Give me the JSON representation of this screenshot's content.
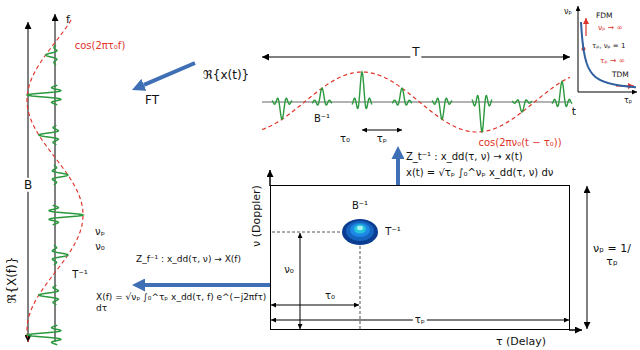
{
  "diagram": {
    "nodes": [
      {
        "text": [
          "ℜ{x(t)}"
        ]
      },
      {
        "text": [
          "ℜ{X(f)}"
        ]
      },
      {
        "text": [
          "ν (Doppler)",
          "τ (Delay)"
        ]
      }
    ],
    "edges": [
      {
        "from": 0,
        "to": 1,
        "arrow": "to",
        "label": "FT"
      },
      {
        "from": 2,
        "to": 0,
        "arrow": "to",
        "label": "Z_t⁻¹ : x_dd(τ, ν) → x(t)"
      },
      {
        "from": 2,
        "to": 1,
        "arrow": "to",
        "label": "Z_f⁻¹ : x_dd(τ, ν) → X(f)"
      }
    ],
    "labels": [
      "T",
      "B⁻¹",
      "τ₀",
      "τₚ",
      "t",
      "cos(2πν₀(t − τ₀))",
      "f",
      "B",
      "νₚ",
      "ν₀",
      "T⁻¹",
      "cos(2πτ₀f)",
      "νₚ",
      "FDM",
      "νₚ → ∞",
      "τₚ, νₚ = 1",
      "τₚ → ∞",
      "TDM",
      "τₚ",
      "B⁻¹",
      "T⁻¹",
      "ν₀",
      "τ₀",
      "τₚ",
      "νₚ = 1/τₚ",
      "x(t) = √τₚ ∫₀^νₚ x_dd(τ, ν) dν",
      "X(f) = √νₚ ∫₀^τₚ x_dd(τ, f) e^(−j2πfτ) dτ"
    ]
  }
}
